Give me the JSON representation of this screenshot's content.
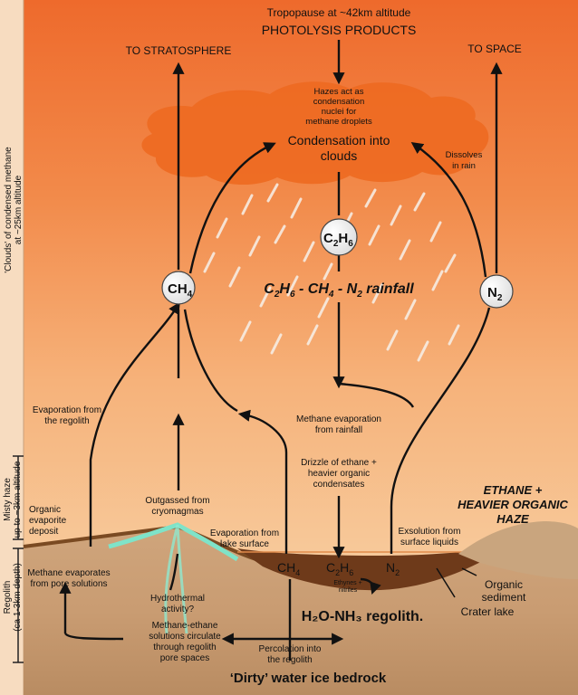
{
  "top": {
    "tropopause": "Tropopause at ~42km altitude",
    "photolysis": "PHOTOLYSIS PRODUCTS",
    "to_stratosphere": "TO STRATOSPHERE",
    "to_space": "TO SPACE"
  },
  "cloud": {
    "hazes_1": "Hazes act as",
    "hazes_2": "condensation",
    "hazes_3": "nuclei for",
    "hazes_4": "methane droplets",
    "condensation_1": "Condensation into",
    "condensation_2": "clouds",
    "dissolves_1": "Dissolves",
    "dissolves_2": "in rain"
  },
  "side_labels": {
    "clouds_1": "'Clouds' of condensed methane",
    "clouds_2": "at ~25km altitude",
    "misty_1": "Misty haze",
    "misty_2": "up to ~3km altitude",
    "regolith_1": "Regolith",
    "regolith_2": "(ca 1-3km depth)"
  },
  "nodes": {
    "ch4_main": "CH",
    "ch4_main_sub": "4",
    "c2h6_main": "C",
    "c2h6_sub1": "2",
    "c2h6_h": "H",
    "c2h6_sub2": "6",
    "n2_main": "N",
    "n2_sub": "2"
  },
  "rainfall": {
    "c": "C",
    "s1": "2",
    "h": "H",
    "s2": "6",
    "mid": " - CH",
    "s3": "4",
    "dash": " - N",
    "s4": "2",
    "end": " rainfall"
  },
  "labels": {
    "evap_regolith_1": "Evaporation from",
    "evap_regolith_2": "the regolith",
    "methane_rain_1": "Methane evaporation",
    "methane_rain_2": "from rainfall",
    "drizzle_1": "Drizzle of ethane +",
    "drizzle_2": "heavier organic",
    "drizzle_3": "condensates",
    "ethane_haze_1": "ETHANE +",
    "ethane_haze_2": "HEAVIER ORGANIC",
    "ethane_haze_3": "HAZE",
    "organic_dep_1": "Organic",
    "organic_dep_2": "evaporite",
    "organic_dep_3": "deposit",
    "outgassed_1": "Outgassed from",
    "outgassed_2": "cryomagmas",
    "evap_lake_1": "Evaporation from",
    "evap_lake_2": "lake surface",
    "exsolution_1": "Exsolution from",
    "exsolution_2": "surface liquids",
    "pore_1": "Methane evaporates",
    "pore_2": "from pore solutions",
    "hydro_1": "Hydrothermal",
    "hydro_2": "activity?",
    "circulate_1": "Methane-ethane",
    "circulate_2": "solutions circulate",
    "circulate_3": "through regolith",
    "circulate_4": "pore spaces",
    "percolation_1": "Percolation into",
    "percolation_2": "the regolith",
    "lake_ch4": "CH",
    "lake_ch4_sub": "4",
    "lake_c2h6_c": "C",
    "lake_c2h6_s1": "2",
    "lake_c2h6_h": "H",
    "lake_c2h6_s2": "6",
    "lake_n2": "N",
    "lake_n2_sub": "2",
    "ethynes_1": "Ethynes +",
    "ethynes_2": "nitriles",
    "organic_sed_1": "Organic",
    "organic_sed_2": "sediment",
    "crater_lake": "Crater lake",
    "regolith_name": "H₂O-NH₃ regolith.",
    "bedrock": "‘Dirty’ water ice bedrock"
  }
}
